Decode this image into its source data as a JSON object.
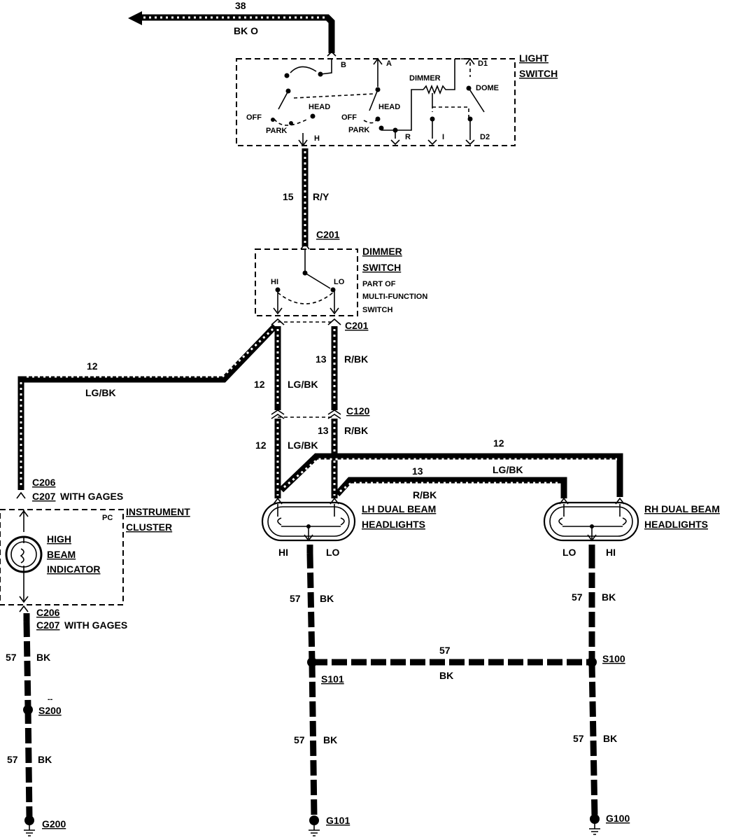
{
  "components": {
    "light_switch": {
      "line1": "LIGHT",
      "line2": "SWITCH",
      "terminals": {
        "b": "B",
        "a": "A",
        "d1": "D1",
        "d2": "D2",
        "h": "H",
        "r": "R",
        "i": "I"
      },
      "labels": {
        "off1": "OFF",
        "park1": "PARK",
        "head1": "HEAD",
        "off2": "OFF",
        "park2": "PARK",
        "head2": "HEAD",
        "dimmer": "DIMMER",
        "dome": "DOME"
      }
    },
    "dimmer_switch": {
      "line1": "DIMMER",
      "line2": "SWITCH",
      "line3": "PART OF",
      "line4": "MULTI-FUNCTION",
      "line5": "SWITCH",
      "hi": "HI",
      "lo": "LO"
    },
    "instrument_cluster": {
      "line1": "INSTRUMENT",
      "line2": "CLUSTER",
      "pc": "PC",
      "bulb_line1": "HIGH",
      "bulb_line2": "BEAM",
      "bulb_line3": "INDICATOR"
    },
    "lh_headlights": {
      "line1": "LH DUAL BEAM",
      "line2": "HEADLIGHTS",
      "hi": "HI",
      "lo": "LO"
    },
    "rh_headlights": {
      "line1": "RH DUAL BEAM",
      "line2": "HEADLIGHTS",
      "lo": "LO",
      "hi": "HI"
    }
  },
  "connectors": {
    "c201_top": "C201",
    "c201_bottom": "C201",
    "c120": "C120",
    "c206_top": "C206",
    "c207_top": "C207",
    "c207_top_suffix": "WITH GAGES",
    "c206_bottom": "C206",
    "c207_bottom": "C207",
    "c207_bottom_suffix": "WITH GAGES"
  },
  "splices": {
    "s200": "S200",
    "s200_mark": "--",
    "s101": "S101",
    "s100": "S100"
  },
  "grounds": {
    "g200": "G200",
    "g101": "G101",
    "g100": "G100"
  },
  "wires": {
    "w38": {
      "circuit": "38",
      "color": "BK O"
    },
    "w15": {
      "circuit": "15",
      "color": "R/Y"
    },
    "w12_cluster": {
      "circuit": "12",
      "color": "LG/BK"
    },
    "w12_upper": {
      "circuit": "12",
      "color": "LG/BK"
    },
    "w13_upper": {
      "circuit": "13",
      "color": "R/BK"
    },
    "w12_lower": {
      "circuit": "12",
      "color": "LG/BK"
    },
    "w13_lower": {
      "circuit": "13",
      "color": "R/BK"
    },
    "w12_rh": {
      "circuit": "12",
      "color": "LG/BK"
    },
    "w13_rh": {
      "circuit": "13",
      "color": "R/BK"
    },
    "w57_lh": {
      "circuit": "57",
      "color": "BK"
    },
    "w57_rh": {
      "circuit": "57",
      "color": "BK"
    },
    "w57_cross": {
      "circuit": "57",
      "color": "BK"
    },
    "w57_g101": {
      "circuit": "57",
      "color": "BK"
    },
    "w57_g100": {
      "circuit": "57",
      "color": "BK"
    },
    "w57_cluster_top": {
      "circuit": "57",
      "color": "BK"
    },
    "w57_cluster_bot": {
      "circuit": "57",
      "color": "BK"
    }
  }
}
